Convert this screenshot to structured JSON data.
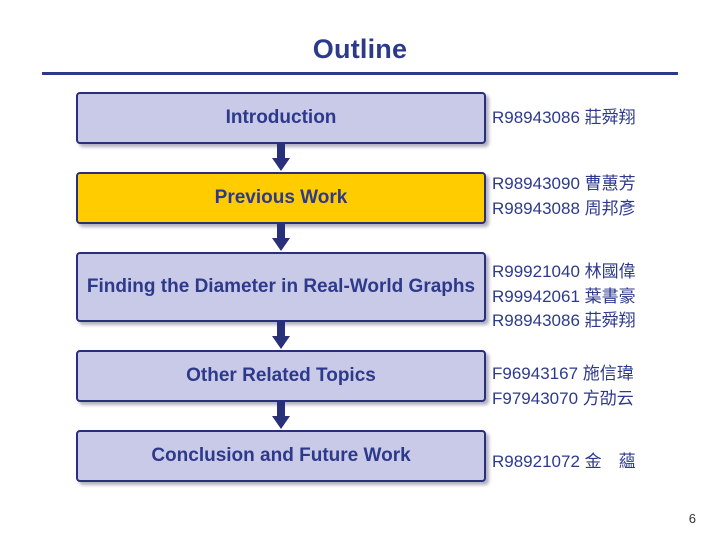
{
  "slide": {
    "title": "Outline",
    "page_number": "6",
    "accent_color": "#2d3a8c",
    "box_fill": "#c9c9e8",
    "highlight_fill": "#ffcc00",
    "items": [
      {
        "label": "Introduction",
        "highlighted": false,
        "names": [
          "R98943086 莊舜翔"
        ]
      },
      {
        "label": "Previous Work",
        "highlighted": true,
        "names": [
          "R98943090 曹蕙芳",
          "R98943088 周邦彥"
        ]
      },
      {
        "label": "Finding the Diameter in Real-World Graphs",
        "highlighted": false,
        "names": [
          "R99921040 林國偉",
          "R99942061 葉書豪",
          "R98943086 莊舜翔"
        ]
      },
      {
        "label": "Other Related Topics",
        "highlighted": false,
        "names": [
          "F96943167 施信瑋",
          "F97943070 方劭云"
        ]
      },
      {
        "label": "Conclusion and Future Work",
        "highlighted": false,
        "names": [
          "R98921072 金　蘊"
        ]
      }
    ]
  }
}
